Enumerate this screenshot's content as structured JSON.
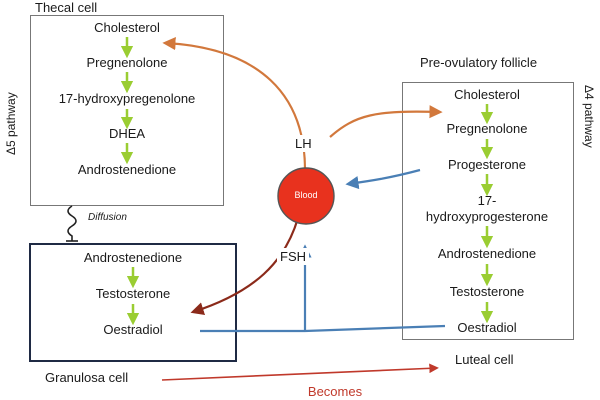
{
  "thecal": {
    "title": "Thecal cell",
    "steps": [
      "Cholesterol",
      "Pregnenolone",
      "17-hydroxypregenolone",
      "DHEA",
      "Androstenedione"
    ],
    "pathway_label": "Δ5 pathway"
  },
  "diffusion_label": "Diffusion",
  "granulosa": {
    "steps": [
      "Androstenedione",
      "Testosterone",
      "Oestradiol"
    ],
    "caption": "Granulosa cell"
  },
  "follicle": {
    "title": "Pre-ovulatory follicle",
    "steps": [
      "Cholesterol",
      "Pregnenolone",
      "Progesterone",
      "17-",
      "hydroxyprogesterone",
      "Androstenedione",
      "Testosterone",
      "Oestradiol"
    ],
    "pathway_label": "Δ4 pathway"
  },
  "blood_label": "Blood",
  "lh_label": "LH",
  "fsh_label": "FSH",
  "luteal_label": "Luteal cell",
  "becomes_label": "Becomes",
  "colors": {
    "step_arrow": "#9acd32",
    "lh_arrow": "#d2783c",
    "fsh_arrow": "#8b2a1a",
    "feedback_arrow": "#4a7fb5",
    "blood_fill": "#e8321e",
    "becomes_text": "#c0392b",
    "granulosa_border": "#1f2a44"
  }
}
